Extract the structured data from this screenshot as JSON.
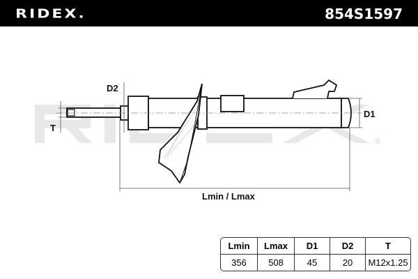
{
  "header": {
    "brand": "RIDEX.",
    "part_number": "854S1597"
  },
  "watermark": {
    "text": "RIDEX",
    "registered": "®"
  },
  "dimensions": {
    "d2": "D2",
    "t": "T",
    "d1": "D1",
    "length": "Lmin / Lmax"
  },
  "spec_table": {
    "headers": [
      "Lmin",
      "Lmax",
      "D1",
      "D2",
      "T"
    ],
    "values": [
      "356",
      "508",
      "45",
      "20",
      "M12x1.25"
    ]
  }
}
